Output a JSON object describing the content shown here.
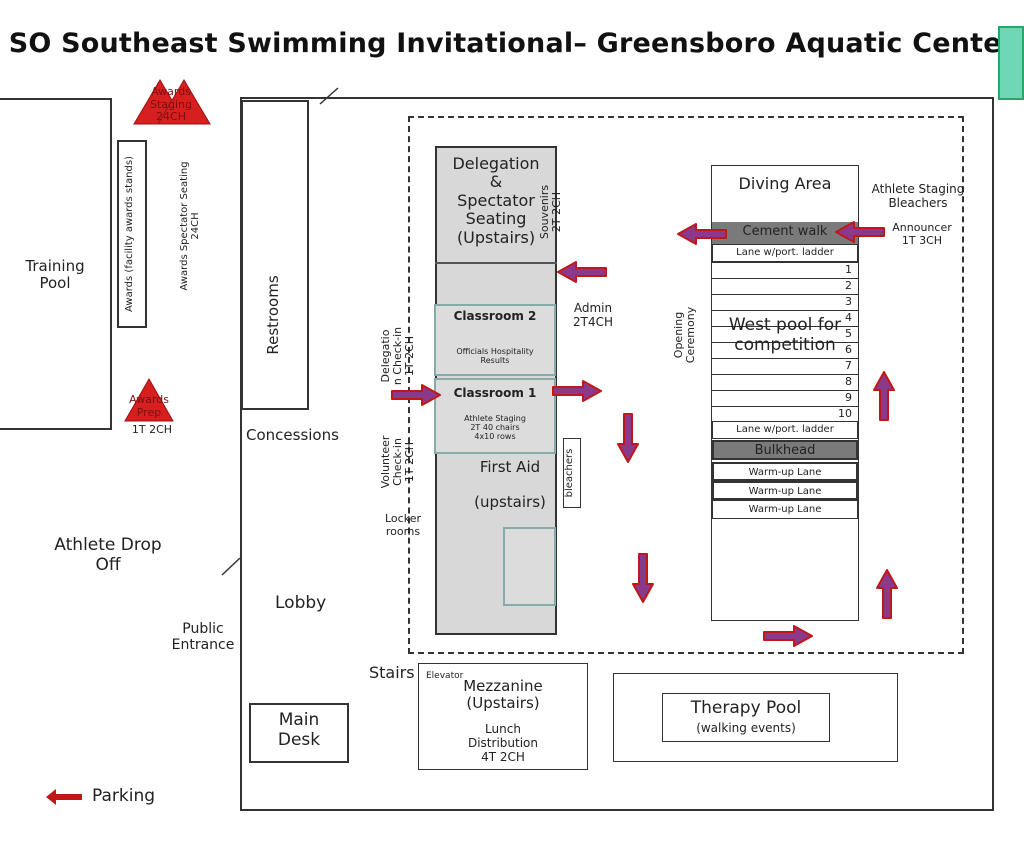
{
  "title": "SO Southeast Swimming Invitational– Greensboro Aquatic Center",
  "training_pool": "Training\nPool",
  "awards_staging_tri": "Awards\nStaging\n24CH",
  "awards_stands": "Awards (facility awards stands)",
  "awards_spectator": "Awards Spectator Seating\n24CH",
  "awards_prep_tri": "Awards\nPrep",
  "awards_prep_code": "1T 2CH",
  "athlete_drop_off": "Athlete Drop\nOff",
  "public_entrance": "Public\nEntrance",
  "parking": "Parking",
  "restrooms": "Restrooms",
  "concessions": "Concessions",
  "lobby": "Lobby",
  "stairs": "Stairs",
  "main_desk": "Main\nDesk",
  "delegation_seating": "Delegation\n&\nSpectator\nSeating\n(Upstairs)",
  "souvenirs": "Souvenirs\n2T 2CH",
  "classroom2_title": "Classroom 2",
  "classroom2_sub": "Officials Hospitality\nResults",
  "classroom1_title": "Classroom 1",
  "classroom1_sub": "Athlete Staging\n2T 40 chairs\n4x10 rows",
  "first_aid": "First Aid\n\n(upstairs)",
  "bleachers": "bleachers",
  "delegation_checkin": "Delegatio\nn Check-in\n1T 2CH",
  "volunteer_checkin": "Volunteer\nCheck-in\n1T 2CH",
  "locker_rooms": "Locker\nrooms",
  "admin": "Admin\n2T4CH",
  "opening_ceremony": "Opening\nCeremony",
  "diving_area": "Diving Area",
  "athlete_staging_bleachers": "Athlete Staging\nBleachers",
  "announcer": "Announcer\n1T 3CH",
  "cement_walk": "Cement walk",
  "lane_ladder_top": "Lane w/port. ladder",
  "lane_numbers": [
    "1",
    "2",
    "3",
    "4",
    "5",
    "6",
    "7",
    "8",
    "9",
    "10"
  ],
  "west_pool": "West pool for\ncompetition",
  "lane_ladder_bottom": "Lane w/port. ladder",
  "bulkhead": "Bulkhead",
  "warmup_lanes": [
    "Warm-up Lane",
    "Warm-up Lane",
    "Warm-up Lane"
  ],
  "elevator": "Elevator",
  "mezzanine": "Mezzanine\n(Upstairs)",
  "lunch": "Lunch\nDistribution\n4T 2CH",
  "therapy_pool": "Therapy Pool",
  "walking_events": "(walking events)",
  "colors": {
    "arrow_fill": "#8b3a8b",
    "arrow_stroke": "#c01818",
    "triangle": "#d81f1f",
    "gray": "#d8d8d8",
    "dark_gray": "#7a7a7a"
  }
}
